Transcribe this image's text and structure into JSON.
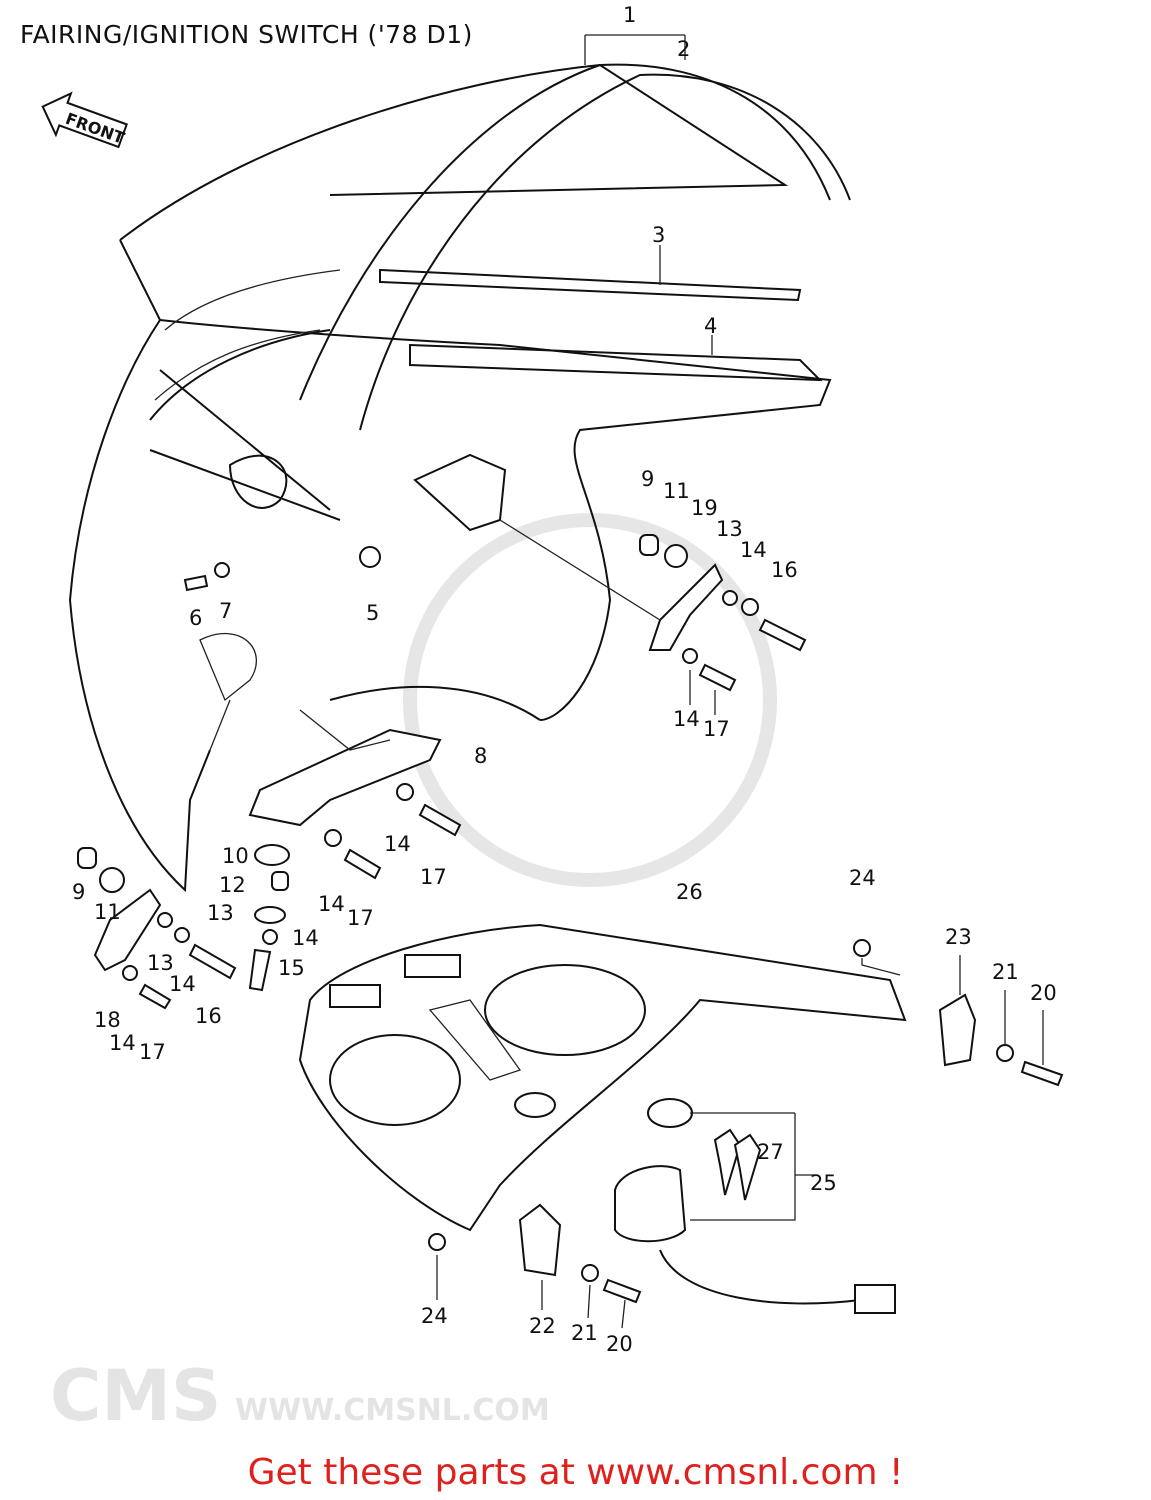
{
  "title": "FAIRING/IGNITION SWITCH ('78 D1)",
  "front_arrow_label": "FRONT",
  "watermark": {
    "logo": "CMS",
    "url": "WWW.CMSNL.COM"
  },
  "callouts": [
    "1",
    "2",
    "3",
    "4",
    "9",
    "11",
    "19",
    "13",
    "14",
    "16",
    "14",
    "17",
    "6",
    "7",
    "5",
    "8",
    "14",
    "17",
    "10",
    "12",
    "13",
    "14",
    "15",
    "14",
    "17",
    "9",
    "11",
    "13",
    "14",
    "16",
    "18",
    "14",
    "17",
    "26",
    "24",
    "23",
    "21",
    "20",
    "27",
    "25",
    "24",
    "22",
    "21",
    "20"
  ],
  "footer": "Get these parts at www.cmsnl.com !",
  "colors": {
    "footer": "#e0201c",
    "lines": "#111111",
    "watermark": "#e4e4e4"
  }
}
